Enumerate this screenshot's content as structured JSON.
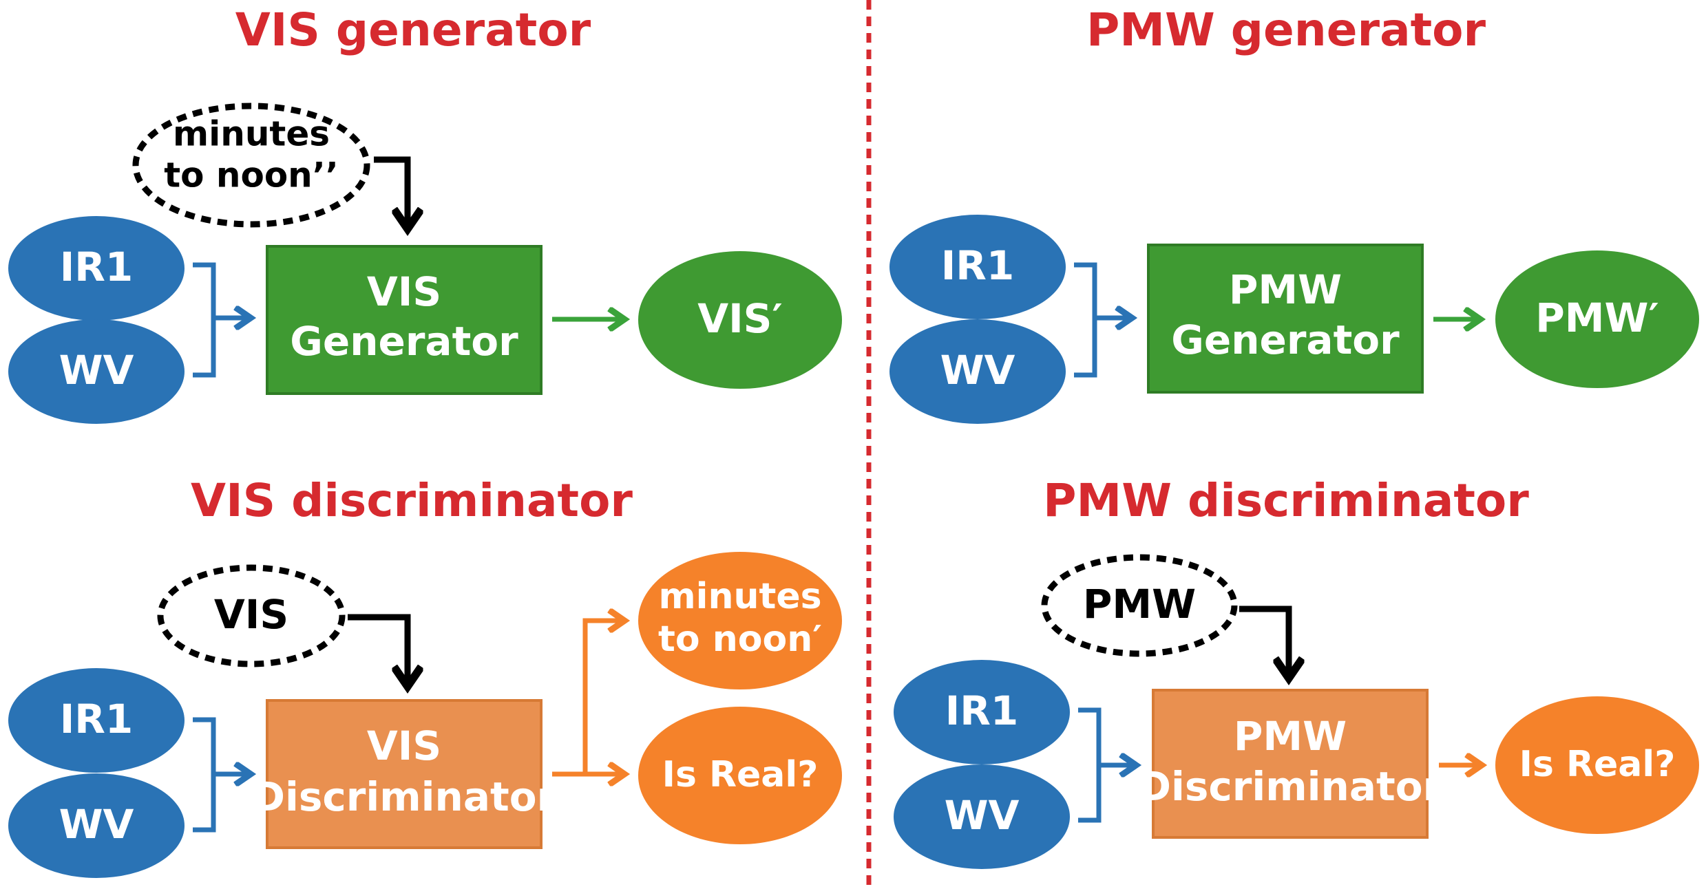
{
  "colors": {
    "title_red": "#d62a2f",
    "input_blue": "#2a73b5",
    "generator_green": "#3f9a32",
    "green_arrow": "#3aa33a",
    "discriminator_orange": "#e99050",
    "output_orange": "#f5822a",
    "divider_red": "#d62a2f"
  },
  "vis_generator": {
    "title": "VIS generator",
    "condition": [
      "minutes",
      "to noon’’"
    ],
    "inputs": [
      "IR1",
      "WV"
    ],
    "box": [
      "VIS",
      "Generator"
    ],
    "output": "VIS′"
  },
  "pmw_generator": {
    "title": "PMW generator",
    "inputs": [
      "IR1",
      "WV"
    ],
    "box": [
      "PMW",
      "Generator"
    ],
    "output": "PMW′"
  },
  "vis_discriminator": {
    "title": "VIS discriminator",
    "condition": "VIS",
    "inputs": [
      "IR1",
      "WV"
    ],
    "box": [
      "VIS",
      "Discriminator"
    ],
    "outputs": [
      [
        "minutes",
        "to noon′"
      ],
      "Is Real?"
    ]
  },
  "pmw_discriminator": {
    "title": "PMW discriminator",
    "condition": "PMW",
    "inputs": [
      "IR1",
      "WV"
    ],
    "box": [
      "PMW",
      "Discriminator"
    ],
    "output": "Is Real?"
  }
}
